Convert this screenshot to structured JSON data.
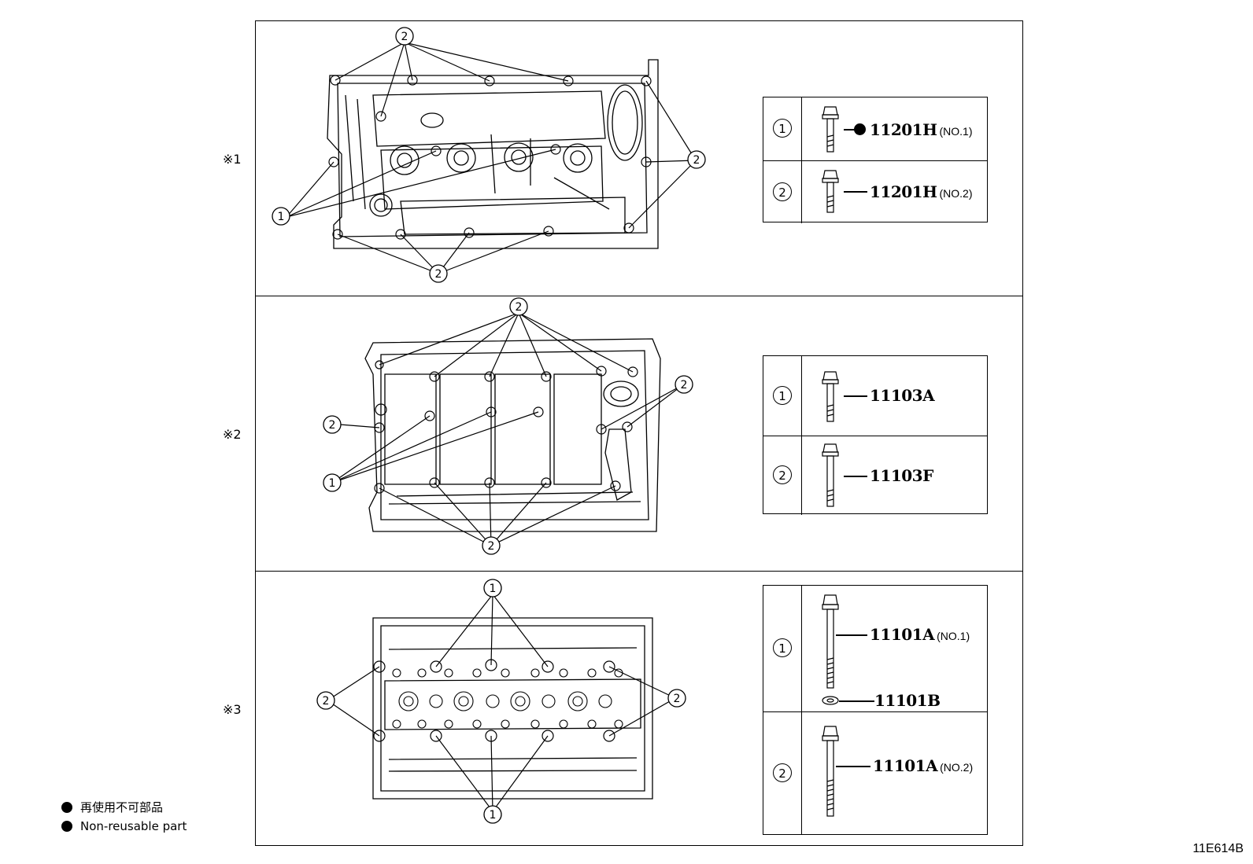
{
  "sections": [
    {
      "mark": "※1",
      "parts": [
        {
          "num": "1",
          "code": "11201H",
          "note": "(NO.1)",
          "non_reusable": true
        },
        {
          "num": "2",
          "code": "11201H",
          "note": "(NO.2)",
          "non_reusable": false
        }
      ]
    },
    {
      "mark": "※2",
      "parts": [
        {
          "num": "1",
          "code": "11103A",
          "note": "",
          "non_reusable": false
        },
        {
          "num": "2",
          "code": "11103F",
          "note": "",
          "non_reusable": false
        }
      ]
    },
    {
      "mark": "※3",
      "parts": [
        {
          "num": "1",
          "code": "11101A",
          "note": "(NO.1)",
          "sub_code": "11101B",
          "non_reusable": false
        },
        {
          "num": "2",
          "code": "11101A",
          "note": "(NO.2)",
          "non_reusable": false
        }
      ]
    }
  ],
  "callouts": {
    "one": "1",
    "two": "2"
  },
  "legend": {
    "japanese": "再使用不可部品",
    "english": "Non-reusable part"
  },
  "figure_id": "11E614B"
}
